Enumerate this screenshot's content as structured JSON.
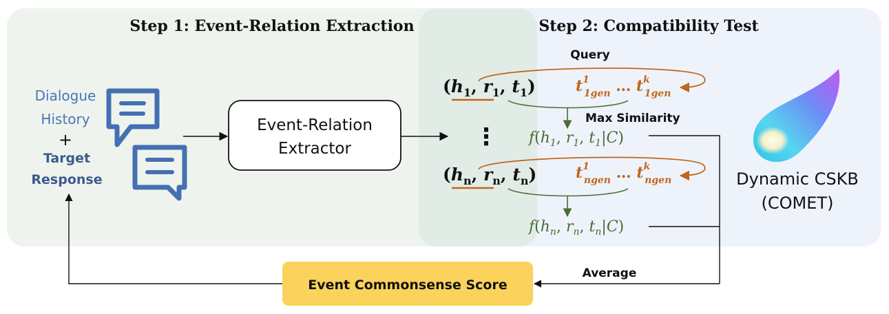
{
  "step1": {
    "title": "Step 1: Event-Relation Extraction"
  },
  "step2": {
    "title": "Step 2: Compatibility Test"
  },
  "input": {
    "line1": "Dialogue",
    "line2": "History",
    "plus": "+",
    "line3": "Target",
    "line4": "Response"
  },
  "extractor": {
    "line1": "Event-Relation",
    "line2": "Extractor"
  },
  "labels": {
    "query": "Query",
    "max_similarity": "Max Similarity",
    "average": "Average",
    "dots": "⋮"
  },
  "triple_1": {
    "open": "(",
    "h": "h",
    "h_sub": "1",
    "comma1": ", ",
    "r": "r",
    "r_sub": "1",
    "comma2": ", ",
    "t": "t",
    "t_sub": "1",
    "close": ")"
  },
  "triple_n": {
    "open": "(",
    "h": "h",
    "h_sub": "n",
    "comma1": ", ",
    "r": "r",
    "r_sub": "n",
    "comma2": ", ",
    "t": "t",
    "t_sub": "n",
    "close": ")"
  },
  "gen_1": {
    "t": "t",
    "first_sup": "1",
    "sub": "1gen",
    "ellipsis": " … ",
    "last_sup": "k"
  },
  "gen_n": {
    "t": "t",
    "first_sup": "1",
    "sub": "ngen",
    "ellipsis": " … ",
    "last_sup": "k"
  },
  "score_1": {
    "f": "f",
    "open": "(",
    "h": "h",
    "h_sub": "1",
    "comma1": ", ",
    "r": "r",
    "r_sub": "1",
    "comma2": ", ",
    "t": "t",
    "t_sub": "1",
    "bar": "|",
    "c": "C",
    "close": ")"
  },
  "score_n": {
    "f": "f",
    "open": "(",
    "h": "h",
    "h_sub": "n",
    "comma1": ", ",
    "r": "r",
    "r_sub": "n",
    "comma2": ", ",
    "t": "t",
    "t_sub": "n",
    "bar": "|",
    "c": "C",
    "close": ")"
  },
  "cskb": {
    "line1": "Dynamic CSKB",
    "line2": "(COMET)"
  },
  "score_box": {
    "label": "Event Commonsense Score"
  },
  "colors": {
    "panel1": "#eef4ed",
    "panel2": "#eef3fb",
    "overlap": "#e2ece6",
    "blue_text": "#4a74b8",
    "navy_text": "#3c5a8f",
    "icon_blue": "#4470b3",
    "orange": "#c0661c",
    "green": "#496c35",
    "score_box": "#fbd35c"
  }
}
